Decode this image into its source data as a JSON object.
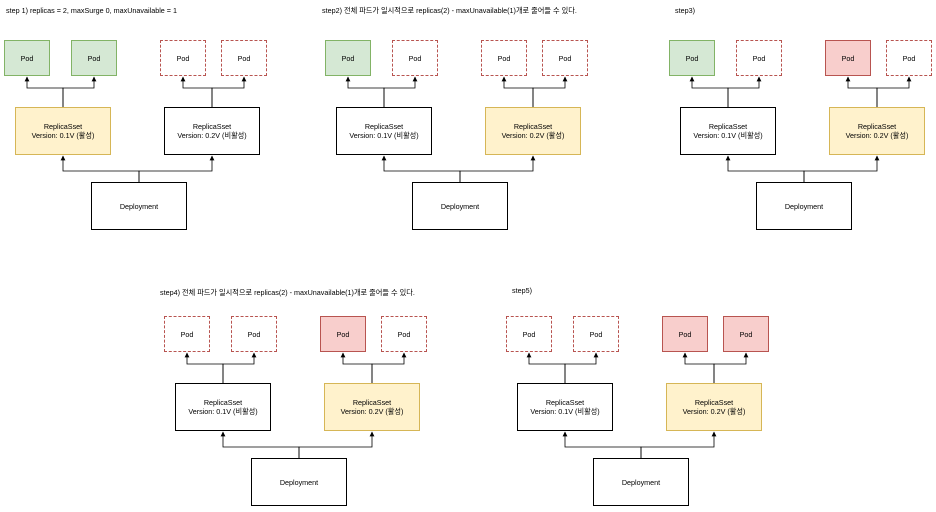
{
  "labels": {
    "pod": "Pod",
    "replicaset": "ReplicaSset",
    "deployment": "Deployment"
  },
  "colors": {
    "pod_active_fill": "#d5e8d4",
    "pod_active_stroke": "#82b366",
    "pod_terminating_fill": "#f8cecc",
    "pod_stroke_red": "#b85450",
    "rs_active_fill": "#fff2cc",
    "rs_active_stroke": "#d6b656"
  },
  "steps": [
    {
      "title": "step 1) replicas = 2, maxSurge 0, maxUnavailable = 1",
      "old_rs": {
        "version": "Version: 0.1V (활성)",
        "state": "active"
      },
      "new_rs": {
        "version": "Version: 0.2V (비활성)",
        "state": "inactive"
      },
      "old_pods": [
        "active",
        "active"
      ],
      "new_pods": [
        "inactive",
        "inactive"
      ]
    },
    {
      "title": "step2) 전체 파드가 일시적으로 replicas(2) - maxUnavailable(1)개로 줄어들 수 있다.",
      "old_rs": {
        "version": "Version: 0.1V (비활성)",
        "state": "inactive"
      },
      "new_rs": {
        "version": "Version: 0.2V (활성)",
        "state": "active"
      },
      "old_pods": [
        "active",
        "inactive"
      ],
      "new_pods": [
        "inactive",
        "inactive"
      ]
    },
    {
      "title": "step3)",
      "old_rs": {
        "version": "Version: 0.1V (비활성)",
        "state": "inactive"
      },
      "new_rs": {
        "version": "Version: 0.2V (활성)",
        "state": "active"
      },
      "old_pods": [
        "active",
        "inactive"
      ],
      "new_pods": [
        "terminating",
        "inactive"
      ]
    },
    {
      "title": "step4) 전체 파드가 일시적으로 replicas(2) - maxUnavailable(1)개로 줄어들 수 있다.",
      "old_rs": {
        "version": "Version: 0.1V (비활성)",
        "state": "inactive"
      },
      "new_rs": {
        "version": "Version: 0.2V (활성)",
        "state": "active"
      },
      "old_pods": [
        "inactive",
        "inactive"
      ],
      "new_pods": [
        "terminating",
        "inactive"
      ]
    },
    {
      "title": "step5)",
      "old_rs": {
        "version": "Version: 0.1V (비활성)",
        "state": "inactive"
      },
      "new_rs": {
        "version": "Version: 0.2V (활성)",
        "state": "active"
      },
      "old_pods": [
        "inactive",
        "inactive"
      ],
      "new_pods": [
        "terminating",
        "terminating"
      ]
    }
  ]
}
